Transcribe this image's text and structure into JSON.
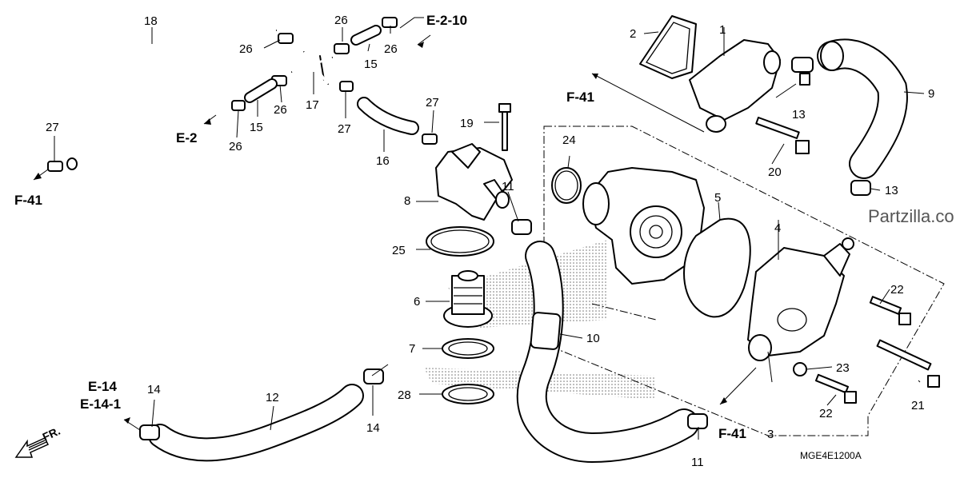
{
  "callouts": {
    "c1": "1",
    "c2": "2",
    "c3": "3",
    "c4": "4",
    "c5": "5",
    "c6": "6",
    "c7": "7",
    "c8": "8",
    "c9": "9",
    "c10": "10",
    "c11a": "11",
    "c11b": "11",
    "c12": "12",
    "c13a": "13",
    "c13b": "13",
    "c14a": "14",
    "c14b": "14",
    "c15a": "15",
    "c15b": "15",
    "c16": "16",
    "c17": "17",
    "c18": "18",
    "c19": "19",
    "c20": "20",
    "c21": "21",
    "c22a": "22",
    "c22b": "22",
    "c23": "23",
    "c24": "24",
    "c25": "25",
    "c26a": "26",
    "c26b": "26",
    "c26c": "26",
    "c26d": "26",
    "c26e": "26",
    "c27a": "27",
    "c27b": "27",
    "c27c": "27",
    "c28": "28"
  },
  "references": {
    "e210": "E-2-10",
    "e2": "E-2",
    "f41_left": "F-41",
    "f41_top": "F-41",
    "f41_bottom": "F-41",
    "e14": "E-14",
    "e141": "E-14-1"
  },
  "front_indicator": "FR.",
  "diagram_code": "MGE4E1200A",
  "watermark": "Partzilla.co"
}
